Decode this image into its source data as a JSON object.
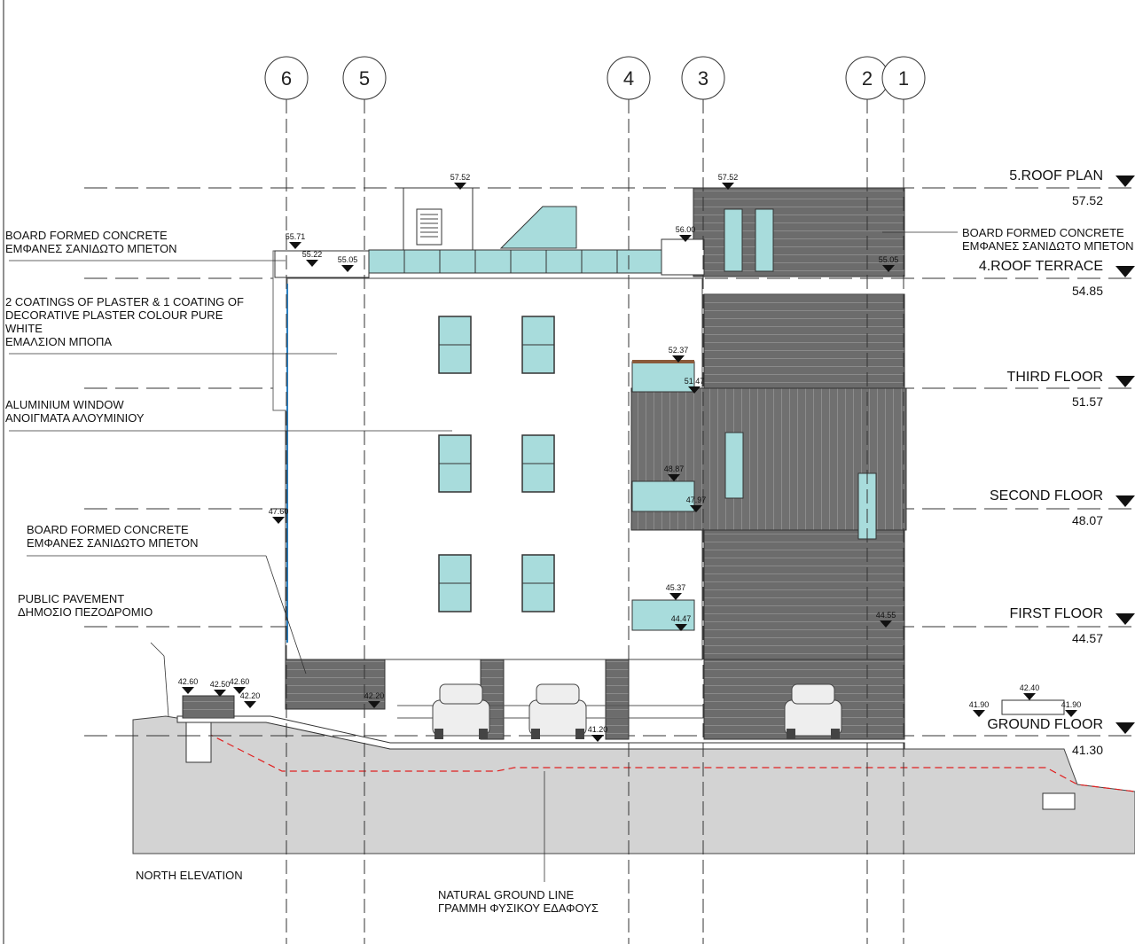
{
  "grid_lines": [
    "6",
    "5",
    "4",
    "3",
    "2",
    "1"
  ],
  "levels": [
    {
      "name": "5.ROOF PLAN",
      "value": "57.52"
    },
    {
      "name": "4.ROOF TERRACE",
      "value": "54.85"
    },
    {
      "name": "THIRD FLOOR",
      "value": "51.57"
    },
    {
      "name": "SECOND FLOOR",
      "value": "48.07"
    },
    {
      "name": "FIRST FLOOR",
      "value": "44.57"
    },
    {
      "name": "GROUND FLOOR",
      "value": "41.30"
    }
  ],
  "annotations": [
    {
      "lines": [
        "BOARD FORMED CONCRETE",
        "ΕΜΦΑΝΕΣ ΣΑΝΙΔΩΤΟ ΜΠΕΤΟΝ"
      ]
    },
    {
      "lines": [
        "2 COATINGS OF PLASTER & 1 COATING OF",
        "DECORATIVE PLASTER COLOUR PURE",
        "WHITE",
        "ΕΜΑΛΣΙΟΝ ΜΠΟΠΑ"
      ]
    },
    {
      "lines": [
        "ALUMINIUM WINDOW",
        "ΑΝΟΙΓΜΑΤΑ ΑΛΟΥΜΙΝΙΟΥ"
      ]
    },
    {
      "lines": [
        "BOARD FORMED CONCRETE",
        "ΕΜΦΑΝΕΣ ΣΑΝΙΔΩΤΟ ΜΠΕΤΟΝ"
      ]
    },
    {
      "lines": [
        "PUBLIC PAVEMENT",
        "ΔΗΜΟΣΙΟ ΠΕΖΟΔΡΟΜΙΟ"
      ]
    },
    {
      "lines": [
        "BOARD FORMED CONCRETE",
        "ΕΜΦΑΝΕΣ ΣΑΝΙΔΩΤΟ ΜΠΕΤΟΝ"
      ]
    },
    {
      "lines": [
        "NATURAL GROUND LINE",
        "ΓΡΑΜΜΗ ΦΥΣΙΚΟΥ ΕΔΑΦΟΥΣ"
      ]
    }
  ],
  "drawing_title": "NORTH ELEVATION",
  "spot_levels": [
    "57.52",
    "57.52",
    "56.00",
    "55.71",
    "55.22",
    "55.05",
    "55.05",
    "52.37",
    "51.47",
    "48.87",
    "47.97",
    "47.60",
    "45.37",
    "44.47",
    "44.55",
    "42.60",
    "42.50",
    "42.60",
    "42.20",
    "42.20",
    "41.20",
    "42.40",
    "41.90",
    "41.90"
  ],
  "colors": {
    "concrete": "#6e6e6e",
    "glass": "#a8dcdc",
    "ground": "#d4d4d4",
    "ground_line": "#e02020"
  }
}
